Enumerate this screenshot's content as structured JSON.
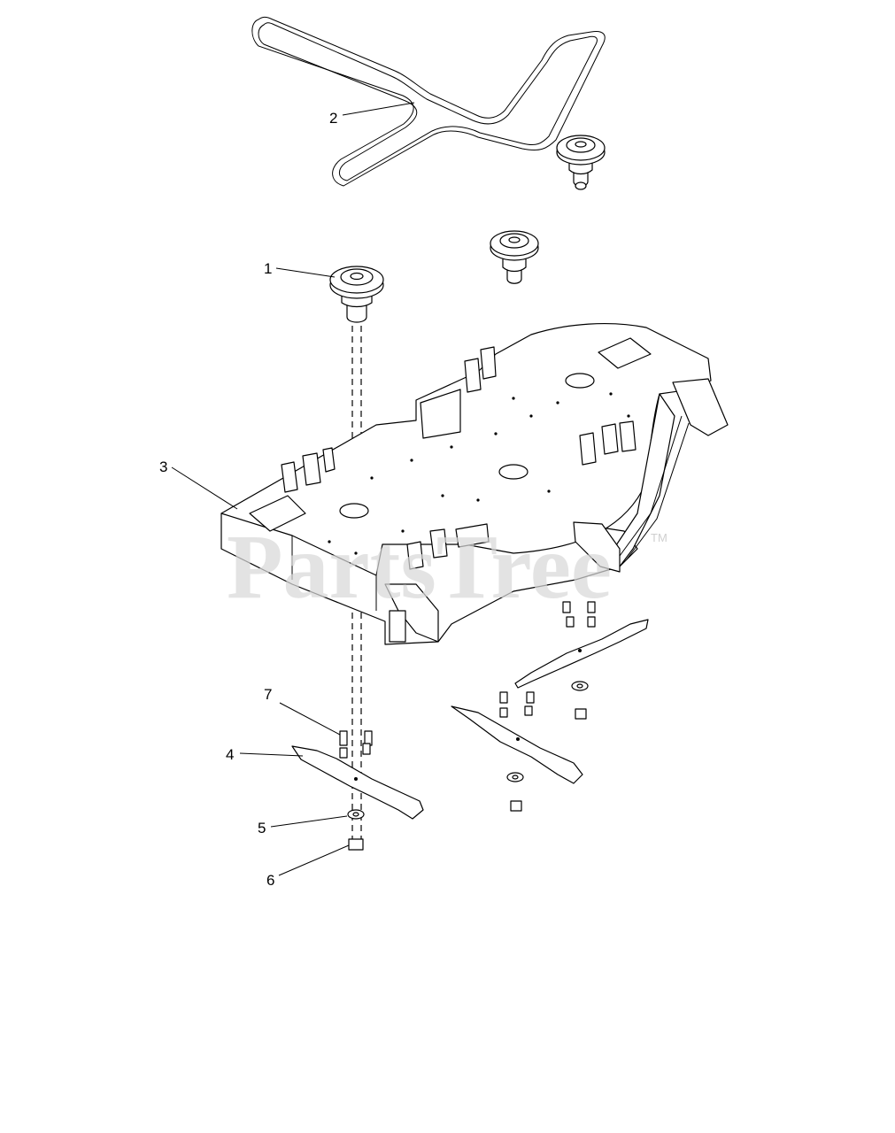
{
  "diagram": {
    "callouts": [
      {
        "id": "1",
        "label": "1",
        "part": "spindle-pulley"
      },
      {
        "id": "2",
        "label": "2",
        "part": "drive-belt"
      },
      {
        "id": "3",
        "label": "3",
        "part": "mower-deck"
      },
      {
        "id": "4",
        "label": "4",
        "part": "blade"
      },
      {
        "id": "5",
        "label": "5",
        "part": "washer"
      },
      {
        "id": "6",
        "label": "6",
        "part": "nut"
      },
      {
        "id": "7",
        "label": "7",
        "part": "bolt"
      }
    ]
  },
  "watermark": {
    "text": "PartsTree",
    "trademark": "TM"
  }
}
